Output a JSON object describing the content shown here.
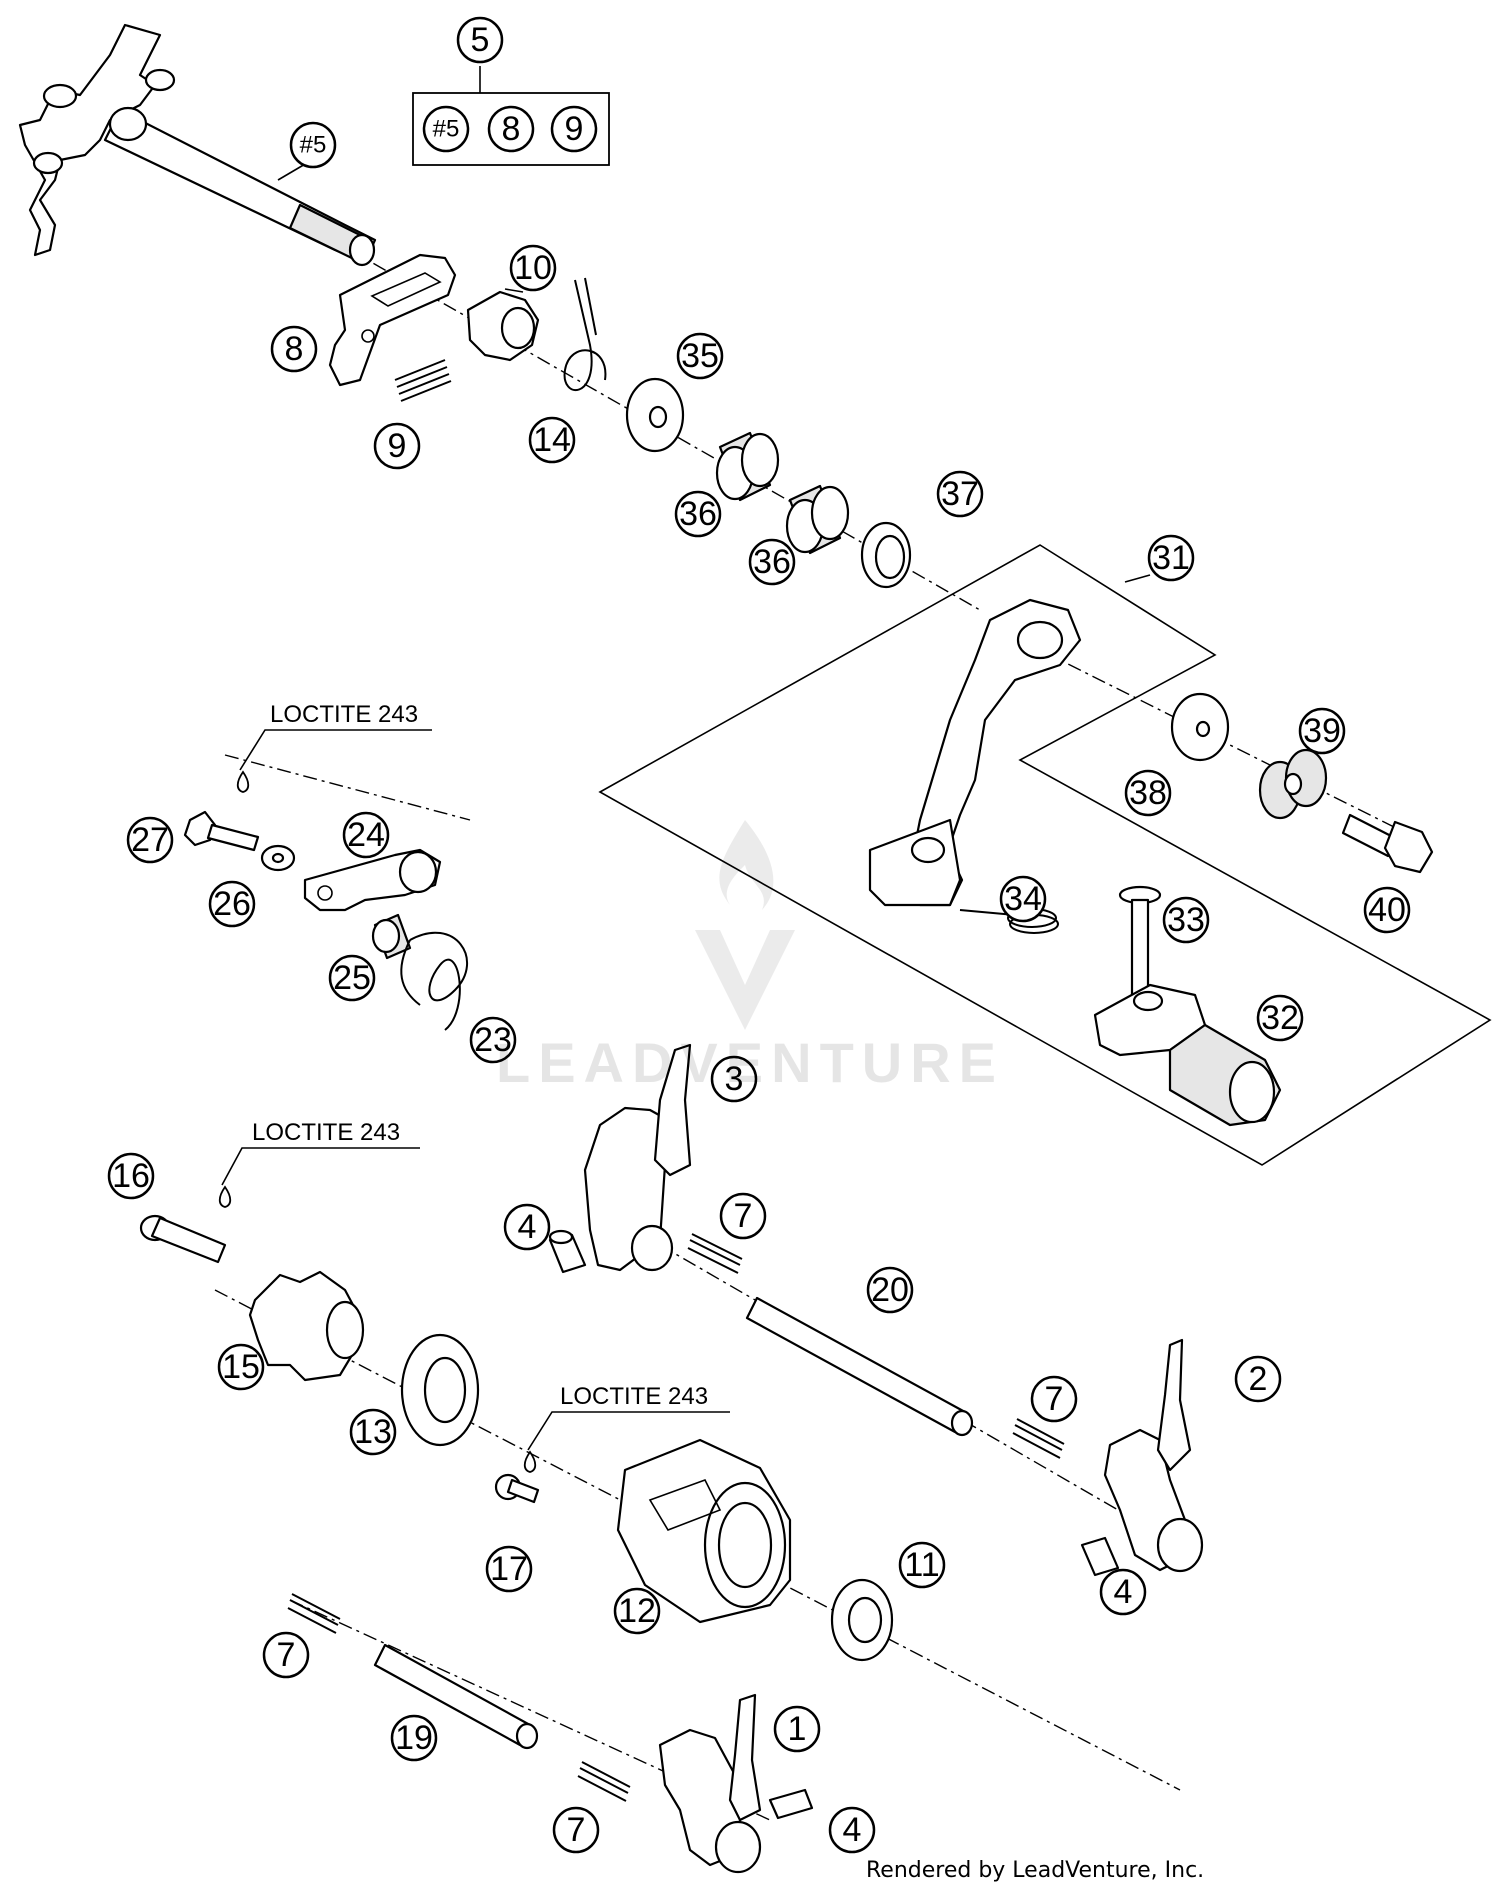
{
  "diagram": {
    "callouts": [
      "#5",
      "8",
      "9",
      "10",
      "14",
      "35",
      "36",
      "36",
      "37",
      "31",
      "38",
      "39",
      "40",
      "34",
      "33",
      "32",
      "27",
      "26",
      "24",
      "25",
      "23",
      "3",
      "4",
      "7",
      "20",
      "16",
      "15",
      "13",
      "17",
      "12",
      "11",
      "2",
      "7",
      "4",
      "7",
      "19",
      "1",
      "7",
      "4"
    ],
    "kit": {
      "number": "5",
      "contents": [
        "#5",
        "8",
        "9"
      ]
    },
    "notes": [
      "LOCTITE 243",
      "LOCTITE 243",
      "LOCTITE 243"
    ]
  },
  "watermark": {
    "text": "LEADVENTURE"
  },
  "footer": {
    "credit": "Rendered by LeadVenture, Inc."
  }
}
